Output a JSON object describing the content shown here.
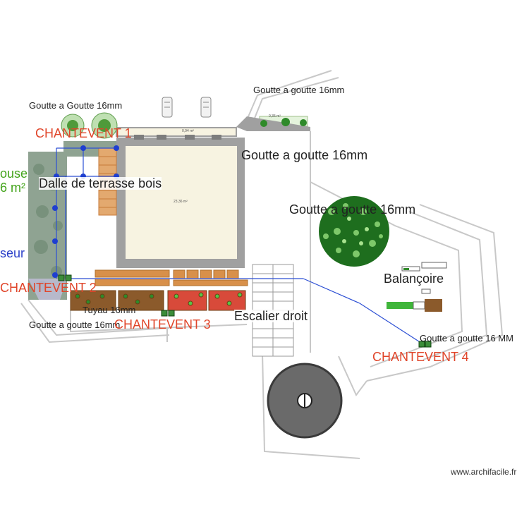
{
  "labels": {
    "goutte_top_left": "Goutte a Goutte 16mm",
    "goutte_top_right": "Goutte a goutte 16mm",
    "goutte_mid_right": "Goutte a goutte 16mm",
    "goutte_tree": "Goutte a goutte 16mm",
    "goutte_bottom_left": "Goutte a goutte 16mm",
    "goutte_bottom_right": "Goutte a goutte 16 MM",
    "tuyau": "Tuyau 16mm",
    "chantevent_1": "CHANTEVENT 1",
    "chantevent_2": "CHANTEVENT 2",
    "chantevent_3": "CHANTEVENT 3",
    "chantevent_4": "CHANTEVENT 4",
    "dalle": "Dalle de terrasse bois",
    "pelouse_partial": "ouse",
    "pelouse_area_partial": "6 m²",
    "arroseur_partial": "seur",
    "balancoire": "Balançoire",
    "escalier": "Escalier droit",
    "area_room": "23,36 m²",
    "area_strip": "0,94 m²",
    "area_small": "0,35 m²",
    "watermark": "www.archifacile.fr"
  },
  "colors": {
    "wall": "#a0a0a0",
    "room_floor": "#f7f3e1",
    "wood": "#d8904a",
    "chantevent_text": "#e0452a",
    "hose_line": "#2c4fd4",
    "lawn_text": "#44a41c",
    "pool": "#6a6a6a"
  }
}
